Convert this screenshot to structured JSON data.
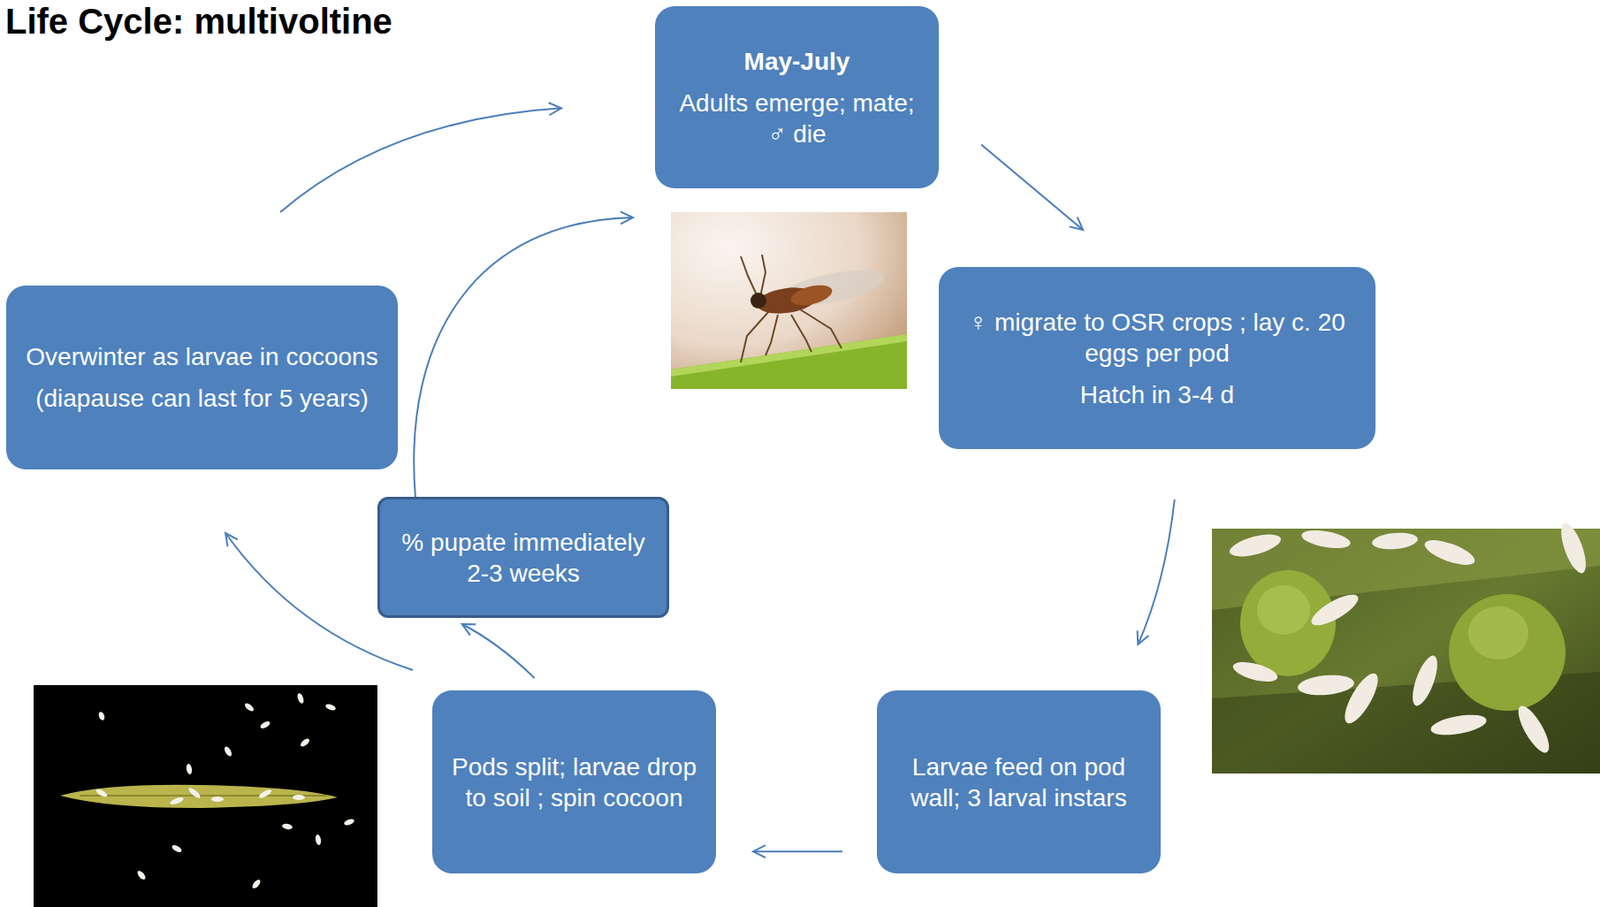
{
  "diagram": {
    "title": "Life Cycle: multivoltine",
    "nodes": [
      {
        "text": [
          "May-July",
          "Adults emerge; mate; ♂ die"
        ]
      },
      {
        "text": [
          "♀ migrate to OSR crops ; lay c. 20 eggs per pod",
          "Hatch in 3-4 d"
        ]
      },
      {
        "text": [
          "Larvae feed on pod wall; 3 larval instars"
        ]
      },
      {
        "text": [
          "Pods split; larvae drop to soil ; spin cocoon"
        ]
      },
      {
        "text": [
          "% pupate immediately 2-3 weeks"
        ]
      },
      {
        "text": [
          "Overwinter as larvae in cocoons",
          "(diapause can last for 5 years)"
        ]
      }
    ],
    "edges": [
      {
        "from": 0,
        "to": 1,
        "arrow": "to"
      },
      {
        "from": 1,
        "to": 2,
        "arrow": "to"
      },
      {
        "from": 2,
        "to": 3,
        "arrow": "to"
      },
      {
        "from": 3,
        "to": 5,
        "arrow": "to"
      },
      {
        "from": 3,
        "to": 4,
        "arrow": "to"
      },
      {
        "from": 5,
        "to": 0,
        "arrow": "to"
      },
      {
        "from": 4,
        "to": 0,
        "arrow": "to"
      }
    ]
  }
}
